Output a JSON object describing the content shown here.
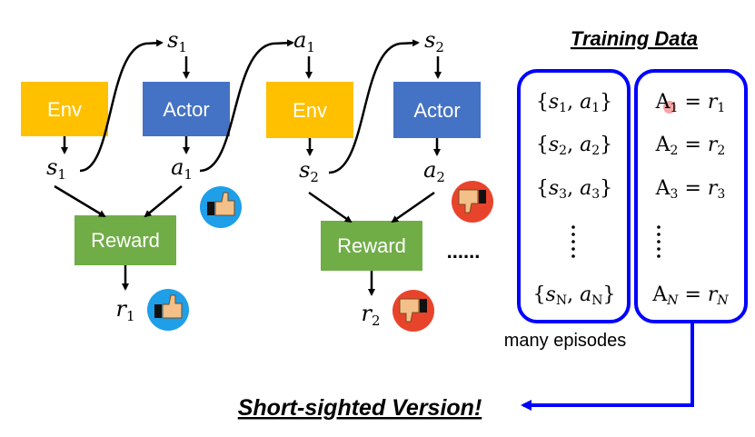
{
  "diagram": {
    "heading": "Training Data",
    "footer": "Short-sighted Version!",
    "caption": "many episodes",
    "ellipsis": "......",
    "boxes": {
      "env": "Env",
      "actor": "Actor",
      "reward": "Reward"
    },
    "episode1": {
      "state": "s",
      "state_sub": "1",
      "action": "a",
      "action_sub": "1",
      "reward": "r",
      "reward_sub": "1"
    },
    "episode2": {
      "state": "s",
      "state_sub": "2",
      "action": "a",
      "action_sub": "2",
      "reward": "r",
      "reward_sub": "2"
    },
    "pairs": [
      {
        "s": "s",
        "s_sub": "1",
        "a": "a",
        "a_sub": "1"
      },
      {
        "s": "s",
        "s_sub": "2",
        "a": "a",
        "a_sub": "2"
      },
      {
        "s": "s",
        "s_sub": "3",
        "a": "a",
        "a_sub": "3"
      },
      {
        "s": "s",
        "s_sub": "N",
        "a": "a",
        "a_sub": "N"
      }
    ],
    "advantages": [
      {
        "A": "A",
        "A_sub": "1",
        "r": "r",
        "r_sub": "1"
      },
      {
        "A": "A",
        "A_sub": "2",
        "r": "r",
        "r_sub": "2"
      },
      {
        "A": "A",
        "A_sub": "3",
        "r": "r",
        "r_sub": "3"
      },
      {
        "A": "A",
        "A_sub": "N",
        "r": "r",
        "r_sub": "N"
      }
    ],
    "colors": {
      "env": "#FFC000",
      "actor": "#4472C4",
      "reward": "#70AD47",
      "bracket": "#0000FF",
      "good_badge": "#1E9FE8",
      "bad_badge": "#E8442C"
    },
    "icons": {
      "good": "thumbs-up-icon",
      "bad": "thumbs-down-icon"
    }
  }
}
